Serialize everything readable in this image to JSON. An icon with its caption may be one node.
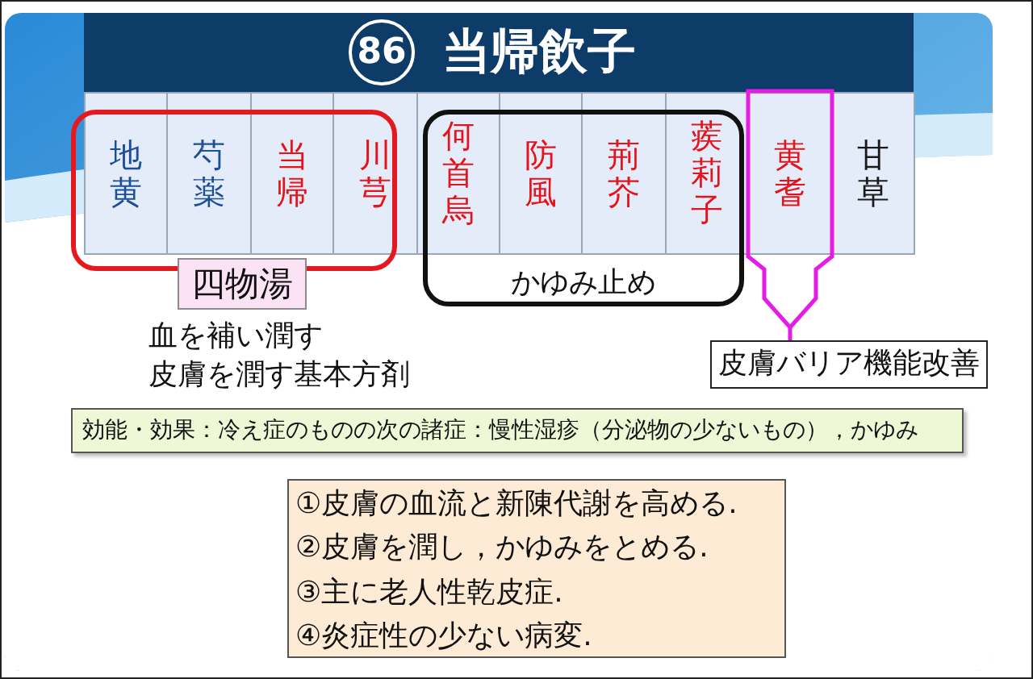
{
  "diagram": {
    "nodes": [
      {
        "text": [
          "当帰飲子"
        ]
      },
      {
        "text": [
          "86"
        ],
        "in": 0
      },
      {
        "text": [
          "地黄"
        ]
      },
      {
        "text": [
          "芍薬"
        ]
      },
      {
        "text": [
          "当帰"
        ]
      },
      {
        "text": [
          "川芎"
        ]
      },
      {
        "text": [
          "何首烏"
        ]
      },
      {
        "text": [
          "防風"
        ]
      },
      {
        "text": [
          "荊芥"
        ]
      },
      {
        "text": [
          "蒺莉子"
        ]
      },
      {
        "text": [],
        "shape": "callout"
      },
      {
        "text": [
          "黄耆"
        ],
        "in": 10
      },
      {
        "text": [
          "甘草"
        ]
      },
      {
        "text": [
          "四物湯"
        ],
        "beside": [
          "血を補い潤す",
          "皮膚を潤す基本方剤"
        ]
      },
      {
        "text": [
          "かゆみ止め"
        ]
      },
      {
        "text": [
          "皮膚バリア機能改善"
        ]
      },
      {
        "text": [
          "効能・効果：冷え症のものの次の諸症：慢性湿疹（分泌物の少ないもの），かゆみ"
        ]
      },
      {
        "text": [
          "①皮膚の血流と新陳代謝を高める.",
          "②皮膚を潤し，かゆみをとめる.",
          "③主に老人性乾皮症.",
          "④炎症性の少ない病変."
        ]
      }
    ],
    "edges": [
      {
        "from": 10,
        "to": 15,
        "arrow": "none"
      }
    ]
  }
}
